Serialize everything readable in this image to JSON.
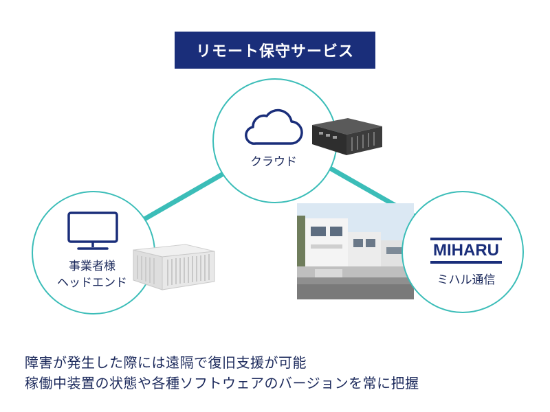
{
  "title": "リモート保守サービス",
  "nodes": {
    "cloud": {
      "label": "クラウド",
      "icon": "cloud-icon"
    },
    "operator": {
      "label_line1": "事業者様",
      "label_line2": "ヘッドエンド",
      "icon": "monitor-icon"
    },
    "miharu": {
      "logo_text": "MIHARU",
      "label": "ミハル通信"
    }
  },
  "captions": {
    "line1": "障害が発生した際には遠隔で復旧支援が可能",
    "line2": "稼働中装置の状態や各種ソフトウェアのバージョンを常に把握"
  },
  "colors": {
    "accent_teal": "#3bbdb8",
    "navy": "#1a2e7a"
  }
}
